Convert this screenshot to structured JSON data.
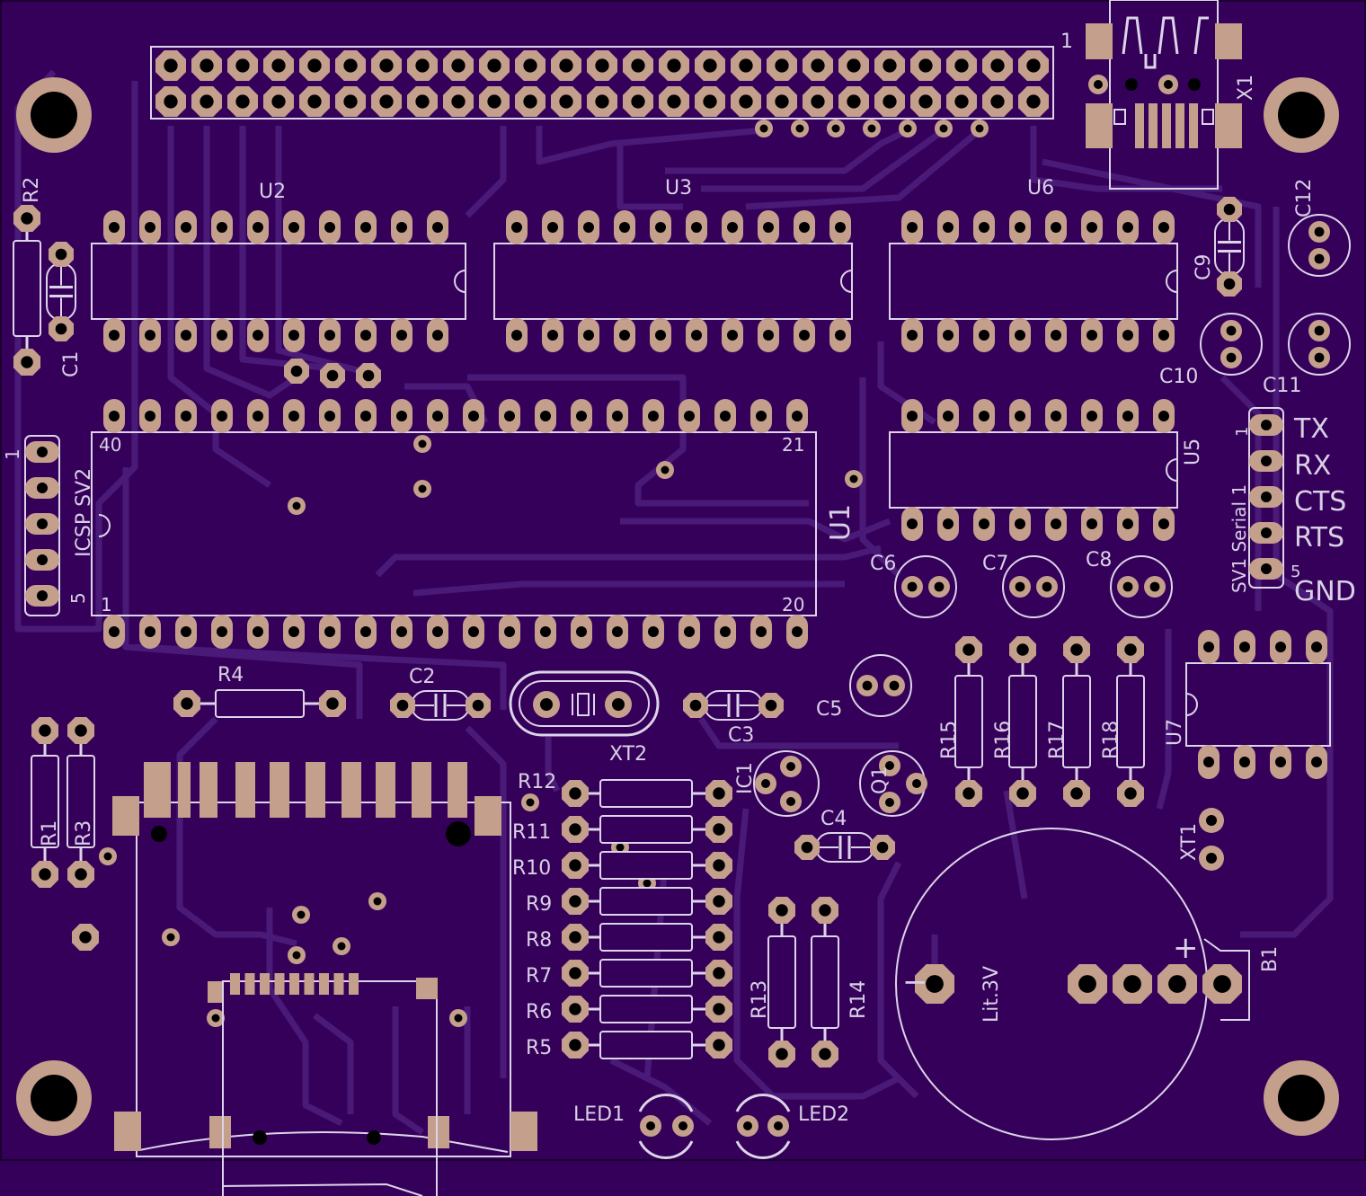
{
  "colors": {
    "board": "#35005a",
    "trace": "#4a1a78",
    "pad": "#c4a08c",
    "drill": "#000000",
    "silk": "#dcd4e8",
    "outline": "#1a0030"
  },
  "labels": {
    "pin_1_usb": "1",
    "X1": "X1",
    "U2": "U2",
    "U3": "U3",
    "U6": "U6",
    "R2": "R2",
    "C1": "C1",
    "C12": "C12",
    "C9": "C9",
    "C10": "C10",
    "C11": "C11",
    "pin40": "40",
    "pin21": "21",
    "pin1": "1",
    "pin20": "20",
    "U1": "U1",
    "U5": "U5",
    "SV2_pin1": "1",
    "SV2": "ICSP SV2",
    "SV2_pin5": "5",
    "SV1": "SV1 Serial 1",
    "SV1_pin1": "1",
    "SV1_pin5": "5",
    "TX": "TX",
    "RX": "RX",
    "CTS": "CTS",
    "RTS": "RTS",
    "GND": "GND",
    "C6": "C6",
    "C7": "C7",
    "C8": "C8",
    "R4": "R4",
    "C2": "C2",
    "C3": "C3",
    "XT2": "XT2",
    "C5": "C5",
    "R15": "R15",
    "R16": "R16",
    "R17": "R17",
    "R18": "R18",
    "U7": "U7",
    "R1": "R1",
    "R3": "R3",
    "R12": "R12",
    "R11": "R11",
    "R10": "R10",
    "R9": "R9",
    "R8": "R8",
    "R7": "R7",
    "R6": "R6",
    "R5": "R5",
    "IC1": "IC1",
    "Q1": "Q1",
    "C4": "C4",
    "XT1": "XT1",
    "R13": "R13",
    "R14": "R14",
    "Lit3V": "Lit.3V",
    "B1": "B1",
    "minus": "−",
    "plus": "+",
    "LED1": "LED1",
    "LED2": "LED2"
  }
}
